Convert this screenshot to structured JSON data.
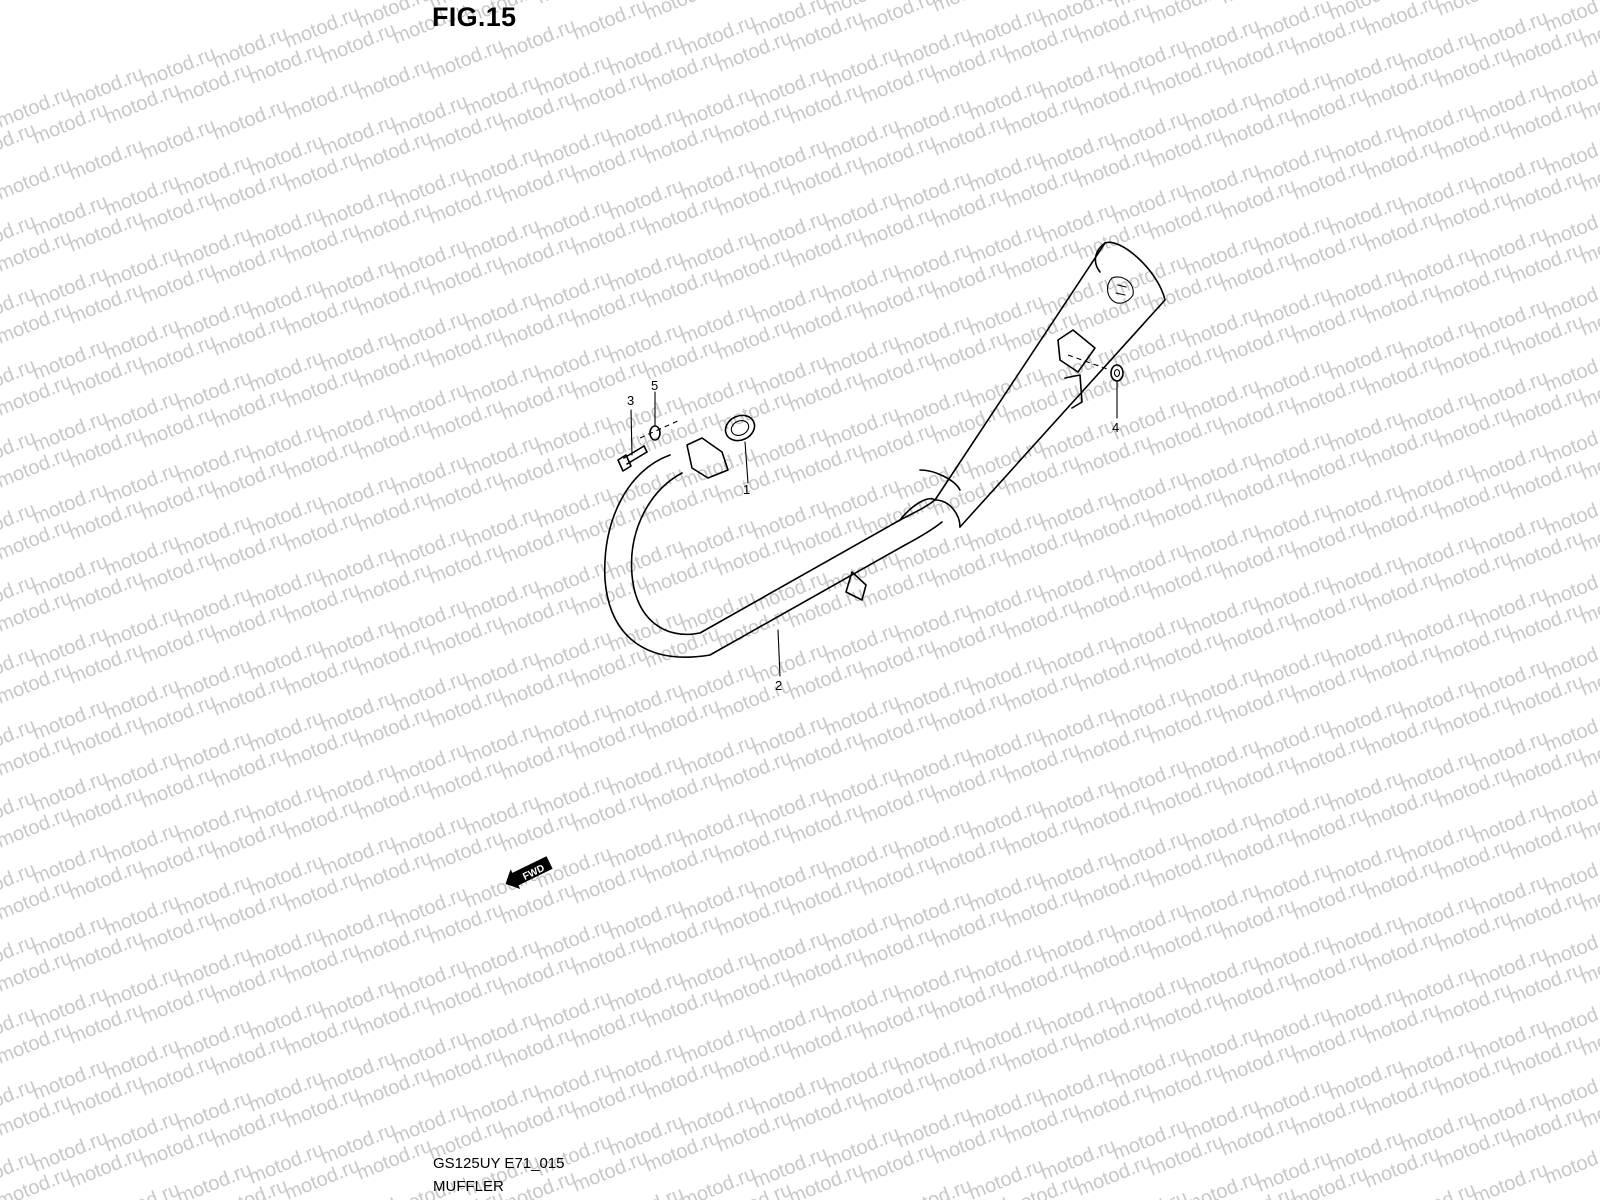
{
  "figure": {
    "title": "FIG.15"
  },
  "footer": {
    "code": "GS125UY E71_015",
    "name": "MUFFLER"
  },
  "watermark": {
    "text": "motod.ru"
  },
  "fwd_arrow": {
    "label": "FWD"
  },
  "callouts": [
    {
      "id": "1",
      "text": "1"
    },
    {
      "id": "2",
      "text": "2"
    },
    {
      "id": "3",
      "text": "3"
    },
    {
      "id": "4",
      "text": "4"
    },
    {
      "id": "5",
      "text": "5"
    }
  ]
}
